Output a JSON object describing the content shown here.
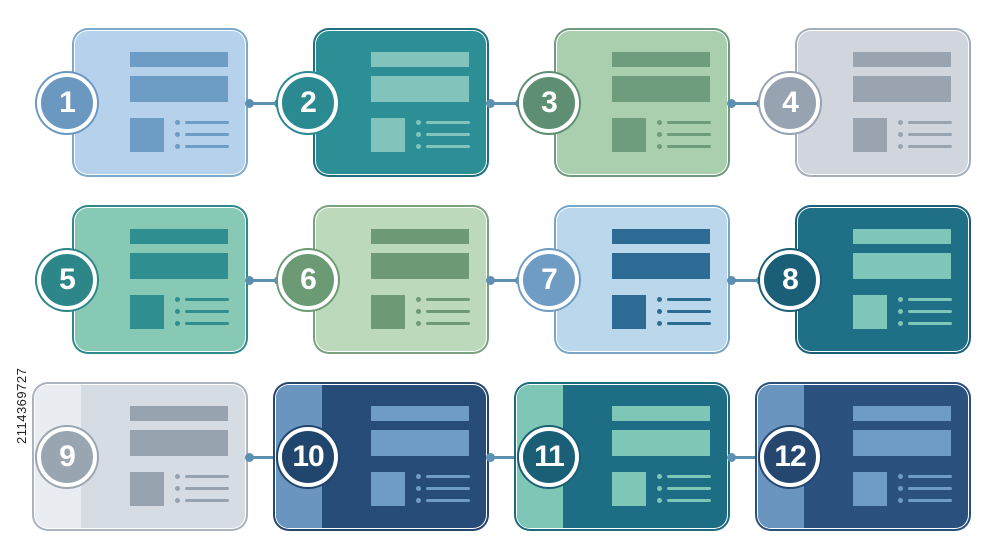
{
  "steps": [
    {
      "number": "1",
      "frame": "#7ea9cd",
      "fill": "#b5d1eb",
      "under": "",
      "ink": "#6d9cc4",
      "badge": "#6b98c1"
    },
    {
      "number": "2",
      "frame": "#1f6f80",
      "fill": "#2c8f96",
      "under": "",
      "ink": "#82c4bb",
      "badge": "#2a8991"
    },
    {
      "number": "3",
      "frame": "#6f9a7e",
      "fill": "#a9cfaf",
      "under": "",
      "ink": "#6f9c7c",
      "badge": "#5f8f72"
    },
    {
      "number": "4",
      "frame": "#a3aebb",
      "fill": "#d0d5de",
      "under": "",
      "ink": "#99a4b0",
      "badge": "#97a3b1"
    },
    {
      "number": "5",
      "frame": "#2f8a8b",
      "fill": "#87c9b5",
      "under": "",
      "ink": "#2f8e8f",
      "badge": "#2d8687"
    },
    {
      "number": "6",
      "frame": "#7aa27f",
      "fill": "#bdd9bb",
      "under": "",
      "ink": "#6d9a74",
      "badge": "#6b9a74"
    },
    {
      "number": "7",
      "frame": "#79a6c7",
      "fill": "#bad7ec",
      "under": "",
      "ink": "#2c6b93",
      "badge": "#6f9cc3"
    },
    {
      "number": "8",
      "frame": "#1a5e78",
      "fill": "#1f6f87",
      "under": "",
      "ink": "#7ec6b7",
      "badge": "#1b5e77"
    },
    {
      "number": "9",
      "frame": "#aab3bf",
      "fill": "#d6dce3",
      "under": "#e9ecf0",
      "ink": "#98a3b0",
      "badge": "#9aa5b2"
    },
    {
      "number": "10",
      "frame": "#24466f",
      "fill": "#284c78",
      "under": "#6a95bf",
      "ink": "#6e9cc6",
      "badge": "#21466e"
    },
    {
      "number": "11",
      "frame": "#1c6b7c",
      "fill": "#1d6e85",
      "under": "#7ec6b6",
      "ink": "#7ec6b6",
      "badge": "#1b5f76"
    },
    {
      "number": "12",
      "frame": "#29507c",
      "fill": "#2b527f",
      "under": "#6a95bf",
      "ink": "#6e9cc6",
      "badge": "#24466f"
    }
  ],
  "connector_color": "#5d8fb0",
  "stock_id": "2114369727"
}
